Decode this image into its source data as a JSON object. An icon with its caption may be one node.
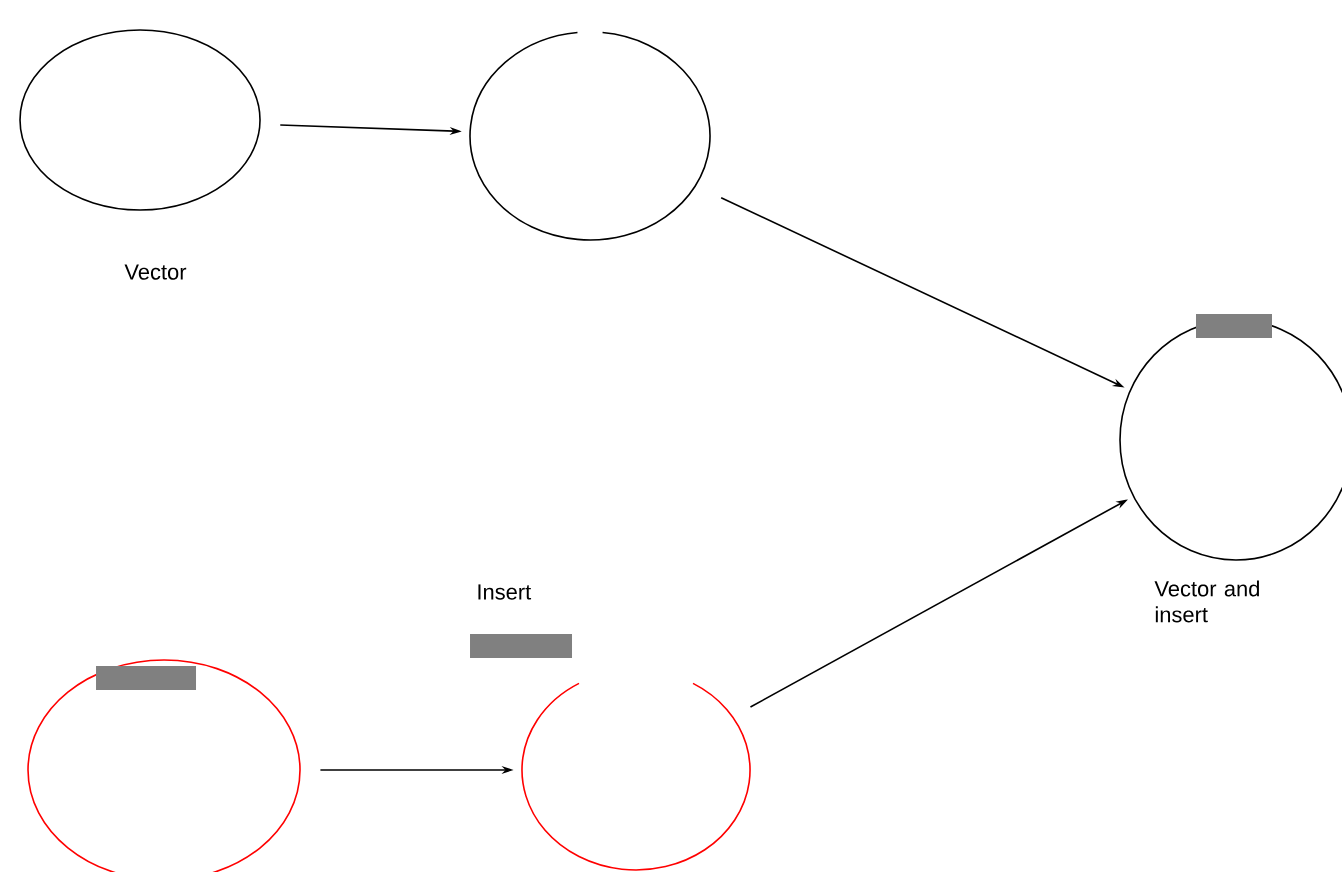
{
  "diagram": {
    "nodes": [
      {
        "text": [
          "Vector"
        ]
      },
      {
        "text": [],
        "shape": "circle"
      },
      {
        "text": [
          "Vector and insert"
        ]
      },
      {
        "text": [],
        "shape": "circle"
      },
      {
        "text": [],
        "shape": "circle"
      }
    ],
    "edges": [
      {
        "from": 0,
        "to": 1,
        "arrow": "to"
      },
      {
        "from": 1,
        "to": 2,
        "arrow": "to"
      },
      {
        "from": 3,
        "to": 4,
        "arrow": "to"
      },
      {
        "from": 4,
        "to": 2,
        "arrow": "to"
      }
    ],
    "labels": [
      "Insert"
    ]
  }
}
